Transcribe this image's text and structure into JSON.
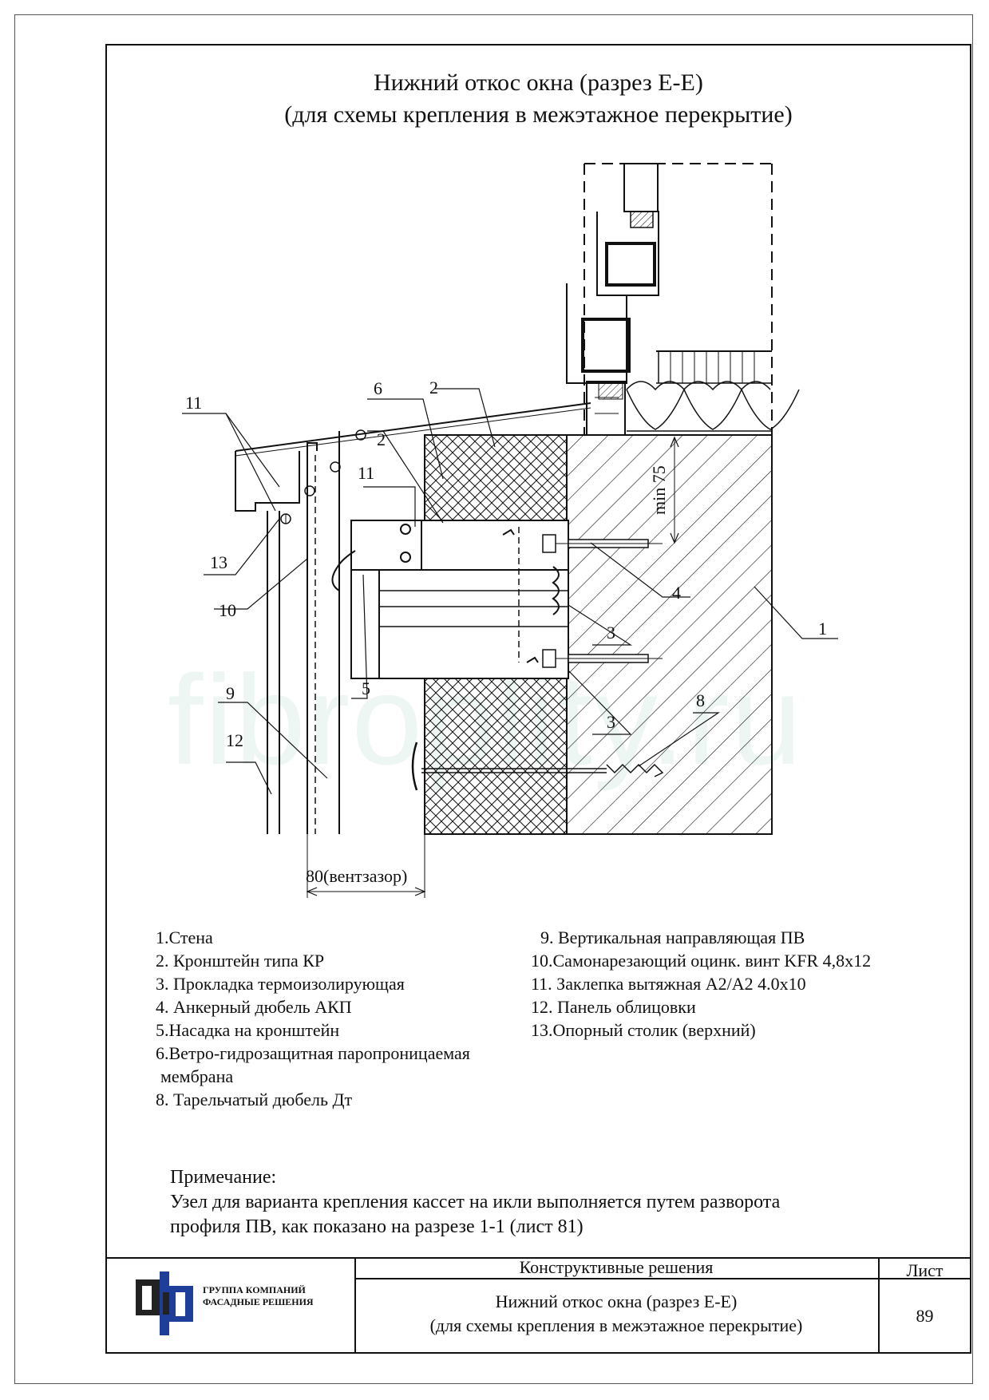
{
  "title": {
    "line1": "Нижний откос окна (разрез Е-Е)",
    "line2": "(для схемы крепления в межэтажное перекрытие)"
  },
  "watermark": "fibroplity.ru",
  "callouts": {
    "c1": "1",
    "c2a": "2",
    "c2b": "2",
    "c3a": "3",
    "c3b": "3",
    "c4": "4",
    "c5": "5",
    "c6": "6",
    "c8": "8",
    "c9": "9",
    "c10": "10",
    "c11a": "11",
    "c11b": "11",
    "c12": "12",
    "c13": "13"
  },
  "dimensions": {
    "min75": "min 75",
    "gap": "80(вентзазор)"
  },
  "legend_left": [
    "1.Стена",
    "2. Кронштейн типа КР",
    "3. Прокладка термоизолирующая",
    "4. Анкерный дюбель АКП",
    "5.Насадка на кронштейн",
    "6.Ветро-гидрозащитная паропроницаемая",
    " мембрана",
    "8. Тарельчатый дюбель Дт"
  ],
  "legend_right": [
    "9. Вертикальная направляющая ПВ",
    "10.Самонарезающий  оцинк. винт KFR 4,8х12",
    "11. Заклепка вытяжная А2/А2 4.0х10",
    "12. Панель облицовки",
    "13.Опорный столик (верхний)"
  ],
  "note": {
    "heading": "Примечание:",
    "line1": "Узел для варианта крепления кассет на икли выполняется путем разворота",
    "line2": "профиля ПВ, как показано на разрезе 1-1 (лист 81)"
  },
  "stamp": {
    "company_line1": "ГРУППА КОМПАНИЙ",
    "company_line2": "ФАСАДНЫЕ РЕШЕНИЯ",
    "section": "Конструктивные решения",
    "title_line1": "Нижний откос окна (разрез Е-Е)",
    "title_line2": "(для схемы крепления в межэтажное перекрытие)",
    "sheet_label": "Лист",
    "sheet_number": "89"
  },
  "colors": {
    "line": "#111111",
    "logo_blue": "#1f3e9a",
    "logo_dark": "#222222",
    "watermark": "#eef6f3"
  }
}
